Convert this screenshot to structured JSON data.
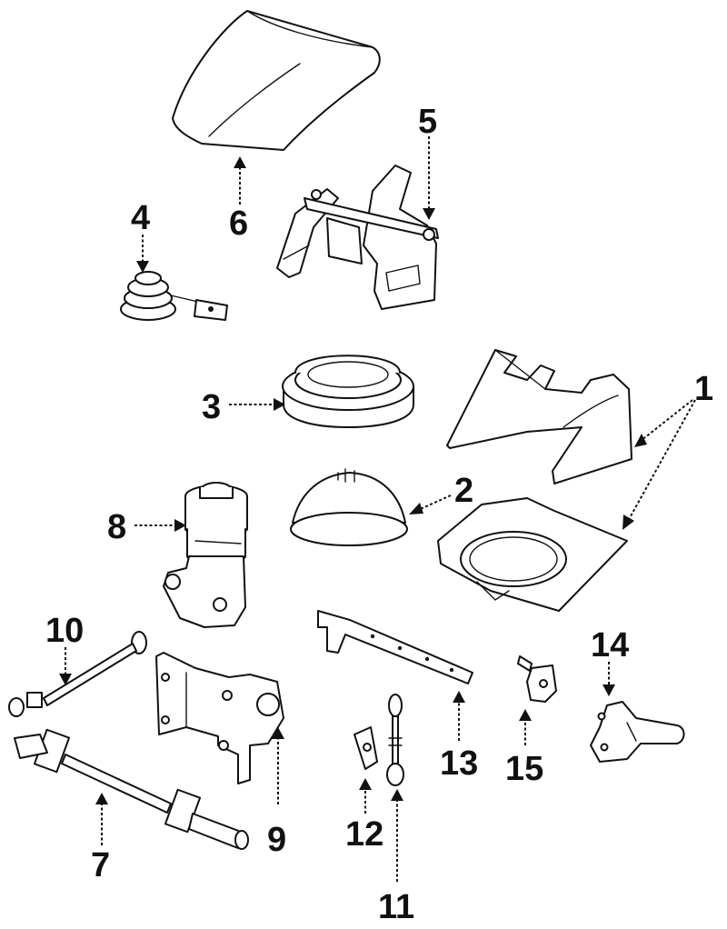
{
  "diagram": {
    "parts": [
      {
        "number": "1"
      },
      {
        "number": "2"
      },
      {
        "number": "3"
      },
      {
        "number": "4"
      },
      {
        "number": "5"
      },
      {
        "number": "6"
      },
      {
        "number": "7"
      },
      {
        "number": "8"
      },
      {
        "number": "9"
      },
      {
        "number": "10"
      },
      {
        "number": "11"
      },
      {
        "number": "12"
      },
      {
        "number": "13"
      },
      {
        "number": "14"
      },
      {
        "number": "15"
      }
    ]
  }
}
